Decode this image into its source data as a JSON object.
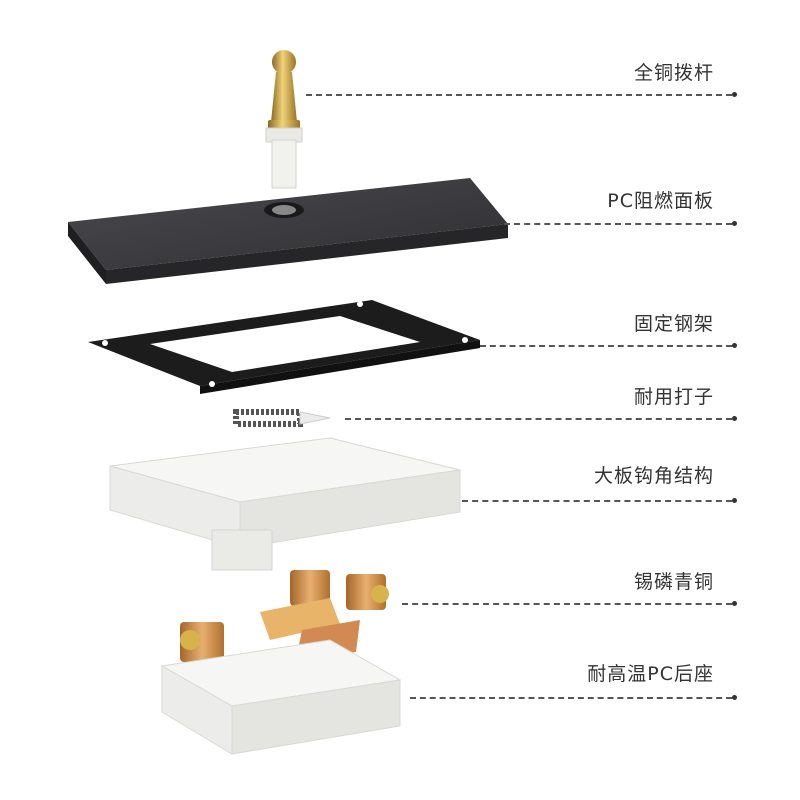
{
  "callouts": [
    {
      "id": "lever",
      "label": "全铜拨杆"
    },
    {
      "id": "panel",
      "label": "PC阻燃面板"
    },
    {
      "id": "bracket",
      "label": "固定钢架"
    },
    {
      "id": "striker",
      "label": "耐用打子"
    },
    {
      "id": "corner",
      "label": "大板钩角结构"
    },
    {
      "id": "contacts",
      "label": "锡磷青铜"
    },
    {
      "id": "base",
      "label": "耐高温PC后座"
    }
  ],
  "colors": {
    "panel": "#3a3a3c",
    "bracket": "#1c1c1c",
    "brass": "#c9a24a",
    "plastic": "#f4f4f2",
    "copper": "#c98a4a",
    "text": "#333333"
  },
  "icons": [
    "brass-lever",
    "spring-striker",
    "terminal-screw"
  ]
}
